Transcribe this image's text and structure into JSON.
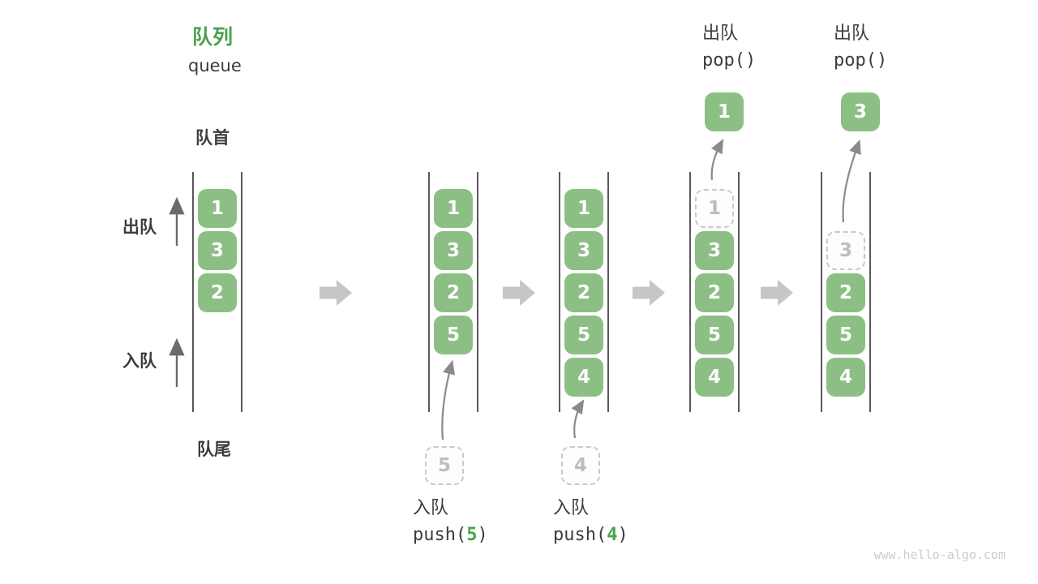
{
  "watermark": "www.hello-algo.com",
  "header": {
    "title_zh": "队列",
    "title_en": "queue"
  },
  "side_labels": {
    "front": "队首",
    "rear": "队尾",
    "dequeue": "出队",
    "enqueue": "入队"
  },
  "colors": {
    "cell_green": "#8cbf84",
    "accent_green": "#4aa14f",
    "text_dark": "#3c3c3c",
    "arrow_gray": "#8a8a8a",
    "transition_gray": "#c6c6c6",
    "dashed_gray": "#c9c9c9",
    "wall_gray": "#5a5a5a",
    "watermark_gray": "#cbcbcb"
  },
  "icons": {
    "transition": "right-arrow-icon",
    "flow_direction": "up-arrow-icon",
    "move_hint": "curved-arrow-icon"
  },
  "states": [
    {
      "label": "state-1",
      "cells": [
        {
          "slot": 0,
          "value": "1",
          "style": "solid"
        },
        {
          "slot": 1,
          "value": "3",
          "style": "solid"
        },
        {
          "slot": 2,
          "value": "2",
          "style": "solid"
        }
      ]
    },
    {
      "label": "state-2",
      "cells": [
        {
          "slot": 0,
          "value": "1",
          "style": "solid"
        },
        {
          "slot": 1,
          "value": "3",
          "style": "solid"
        },
        {
          "slot": 2,
          "value": "2",
          "style": "solid"
        },
        {
          "slot": 3,
          "value": "5",
          "style": "solid"
        }
      ],
      "incoming_value": "5",
      "annotation": {
        "position": "below",
        "title": "入队",
        "code_prefix": "push(",
        "code_arg": "5",
        "code_suffix": ")"
      }
    },
    {
      "label": "state-3",
      "cells": [
        {
          "slot": 0,
          "value": "1",
          "style": "solid"
        },
        {
          "slot": 1,
          "value": "3",
          "style": "solid"
        },
        {
          "slot": 2,
          "value": "2",
          "style": "solid"
        },
        {
          "slot": 3,
          "value": "5",
          "style": "solid"
        },
        {
          "slot": 4,
          "value": "4",
          "style": "solid"
        }
      ],
      "incoming_value": "4",
      "annotation": {
        "position": "below",
        "title": "入队",
        "code_prefix": "push(",
        "code_arg": "4",
        "code_suffix": ")"
      }
    },
    {
      "label": "state-4",
      "cells": [
        {
          "slot": 0,
          "value": "1",
          "style": "dashed"
        },
        {
          "slot": 1,
          "value": "3",
          "style": "solid"
        },
        {
          "slot": 2,
          "value": "2",
          "style": "solid"
        },
        {
          "slot": 3,
          "value": "5",
          "style": "solid"
        },
        {
          "slot": 4,
          "value": "4",
          "style": "solid"
        }
      ],
      "outgoing_value": "1",
      "annotation": {
        "position": "above",
        "title": "出队",
        "code": "pop()"
      }
    },
    {
      "label": "state-5",
      "cells": [
        {
          "slot": 1,
          "value": "3",
          "style": "dashed"
        },
        {
          "slot": 2,
          "value": "2",
          "style": "solid"
        },
        {
          "slot": 3,
          "value": "5",
          "style": "solid"
        },
        {
          "slot": 4,
          "value": "4",
          "style": "solid"
        }
      ],
      "outgoing_value": "3",
      "annotation": {
        "position": "above",
        "title": "出队",
        "code": "pop()"
      }
    }
  ]
}
